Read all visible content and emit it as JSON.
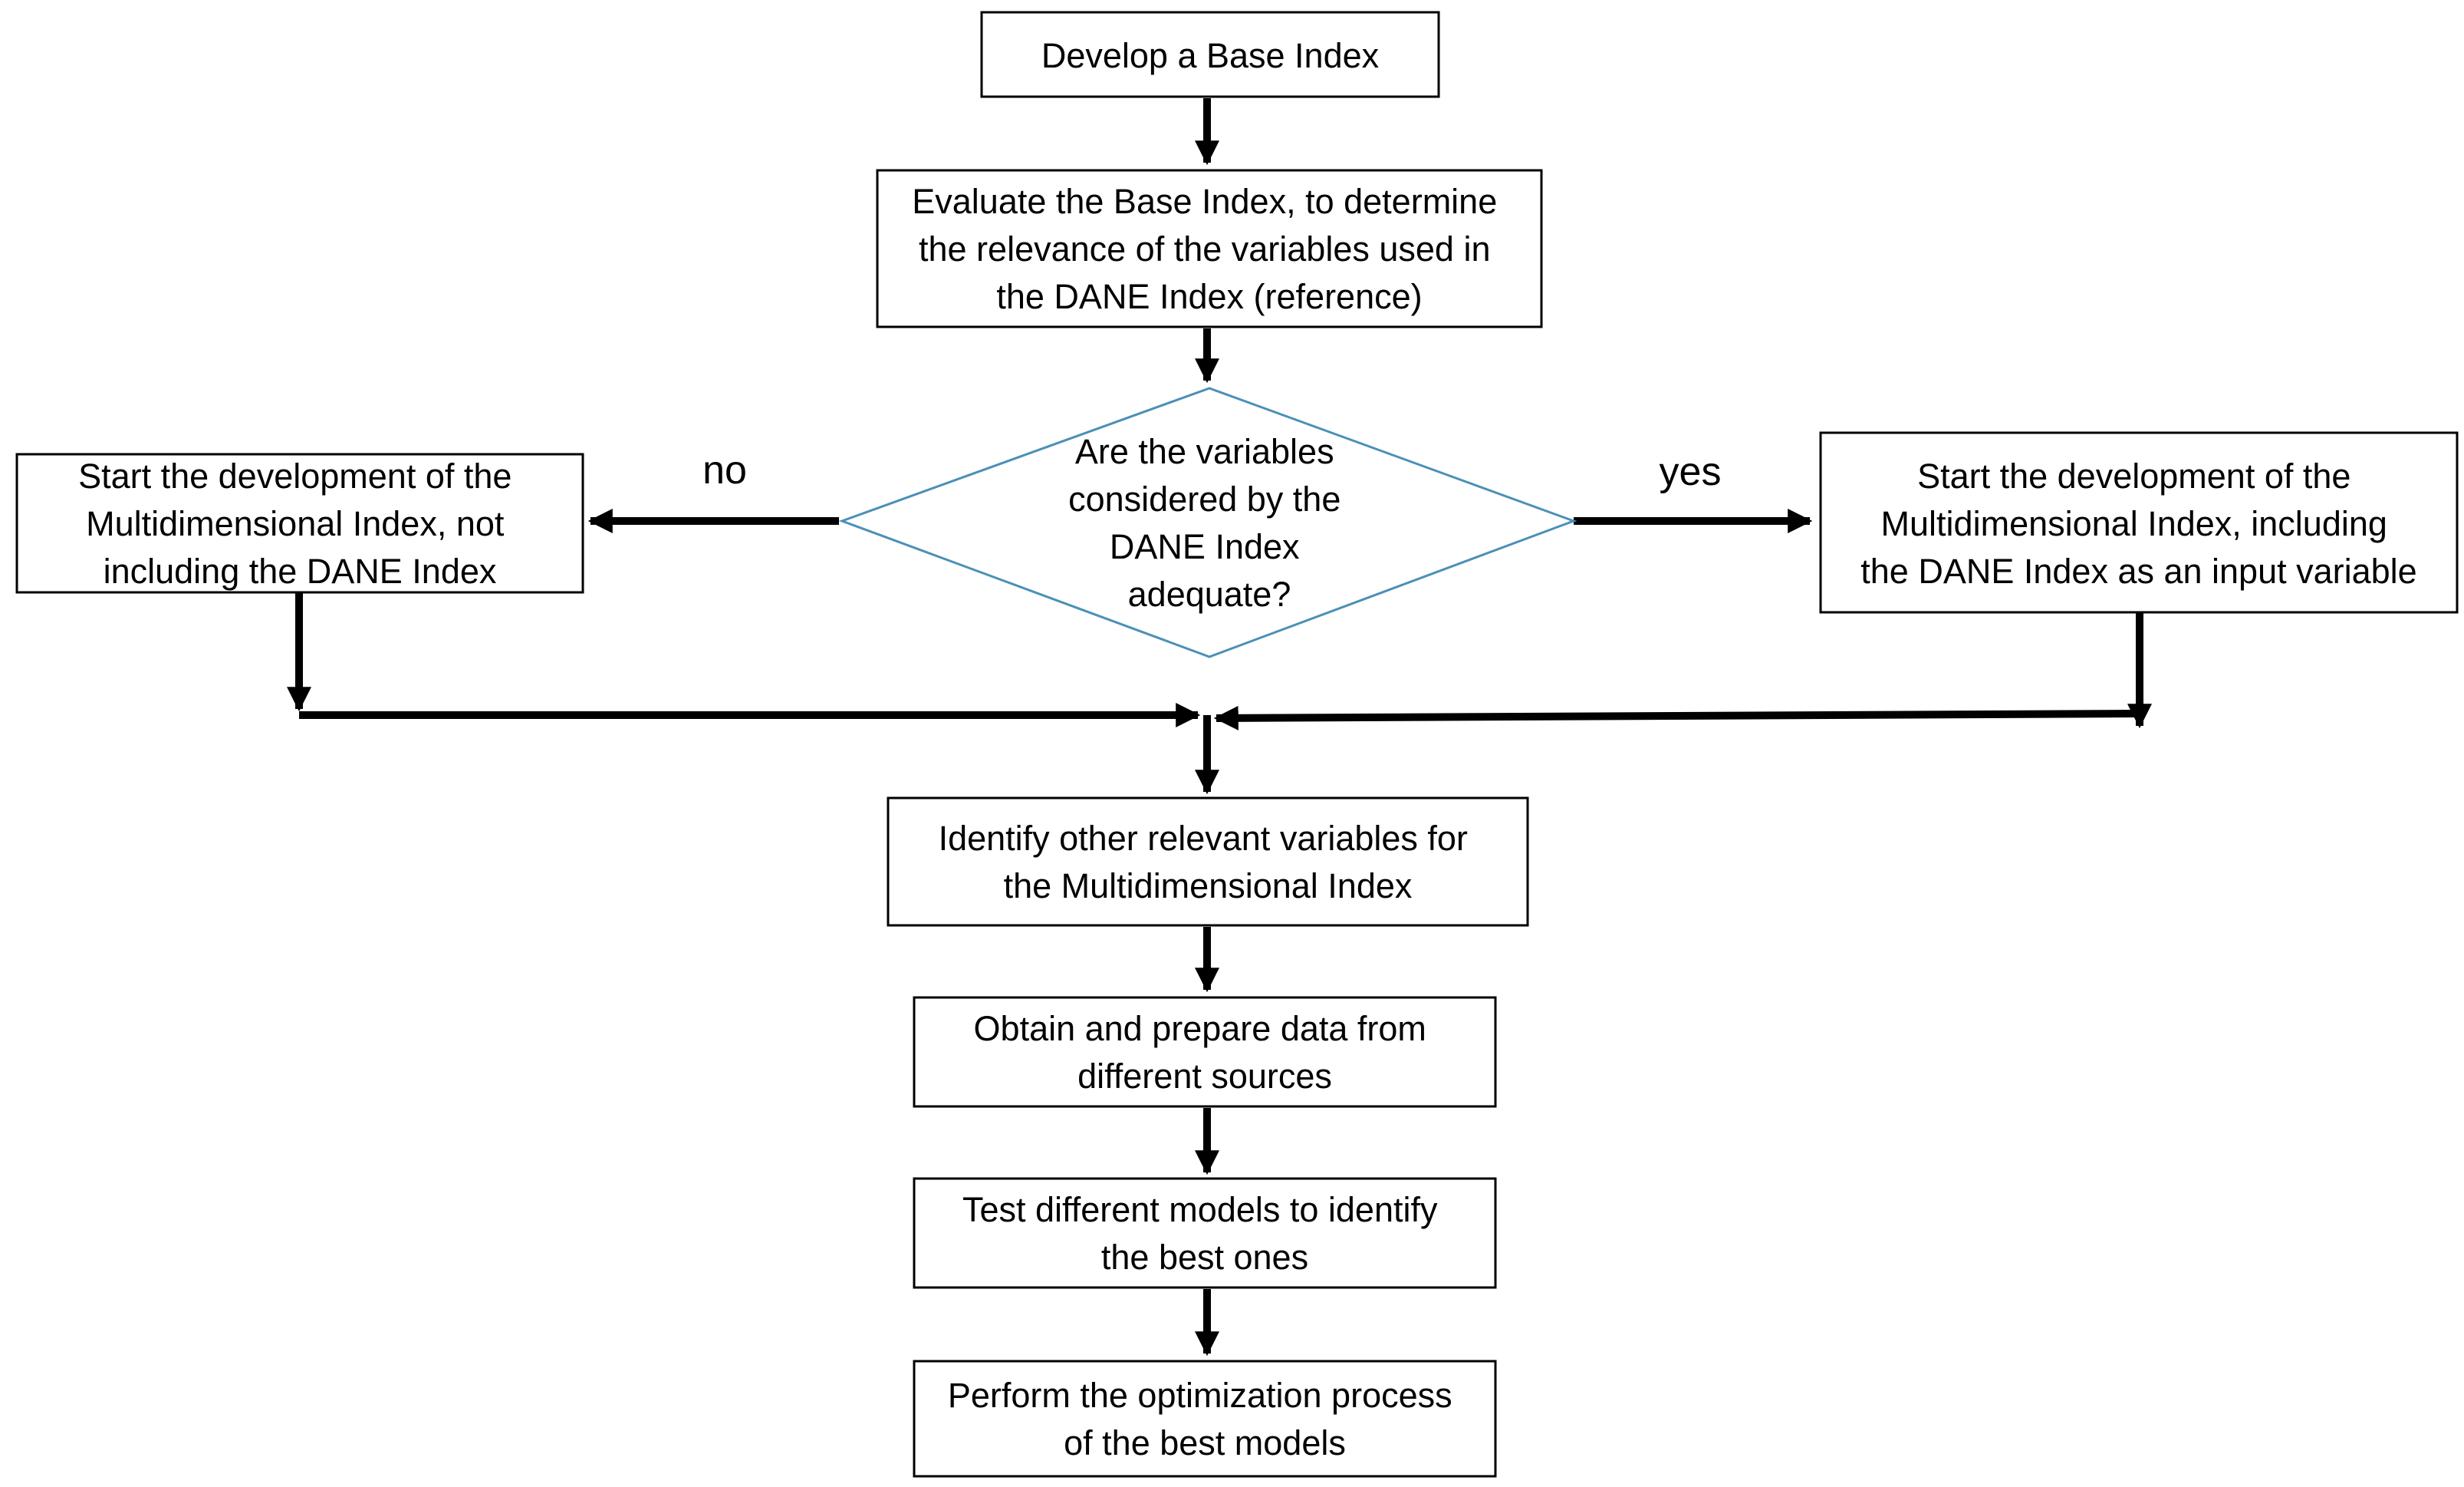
{
  "nodes": {
    "develop_base_index": {
      "lines": [
        "Develop a Base Index"
      ]
    },
    "evaluate_base_index": {
      "lines": [
        "Evaluate the Base Index, to determine",
        "the relevance of the variables used in",
        "the DANE Index (reference)"
      ]
    },
    "decision": {
      "lines": [
        "Are the variables",
        "considered by the",
        "DANE Index",
        "adequate?"
      ]
    },
    "start_without_dane": {
      "lines": [
        "Start the development of the",
        "Multidimensional Index, not",
        "including the DANE Index"
      ]
    },
    "start_with_dane": {
      "lines": [
        "Start the development of the",
        "Multidimensional Index, including",
        "the DANE Index as an input variable"
      ]
    },
    "identify_variables": {
      "lines": [
        "Identify other relevant variables for",
        "the Multidimensional Index"
      ]
    },
    "obtain_data": {
      "lines": [
        "Obtain and prepare data from",
        "different sources"
      ]
    },
    "test_models": {
      "lines": [
        "Test different models to identify",
        "the best ones"
      ]
    },
    "optimize": {
      "lines": [
        "Perform the optimization process",
        "of the best models"
      ]
    }
  },
  "branch_labels": {
    "no": "no",
    "yes": "yes"
  },
  "colors": {
    "box_border": "#000000",
    "diamond_border": "#4a90b8",
    "arrow": "#000000",
    "text": "#000000",
    "background": "#ffffff"
  }
}
